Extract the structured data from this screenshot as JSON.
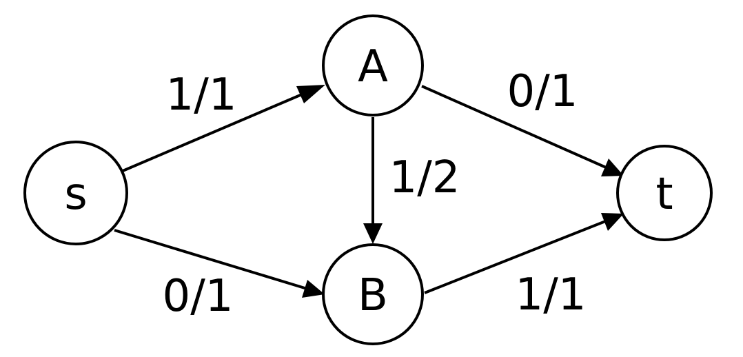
{
  "nodes": {
    "s": {
      "label": "s"
    },
    "a": {
      "label": "A"
    },
    "b": {
      "label": "B"
    },
    "t": {
      "label": "t"
    }
  },
  "edges": {
    "s_a": {
      "label": "1/1"
    },
    "s_b": {
      "label": "0/1"
    },
    "a_b": {
      "label": "1/2"
    },
    "a_t": {
      "label": "0/1"
    },
    "b_t": {
      "label": "1/1"
    }
  }
}
